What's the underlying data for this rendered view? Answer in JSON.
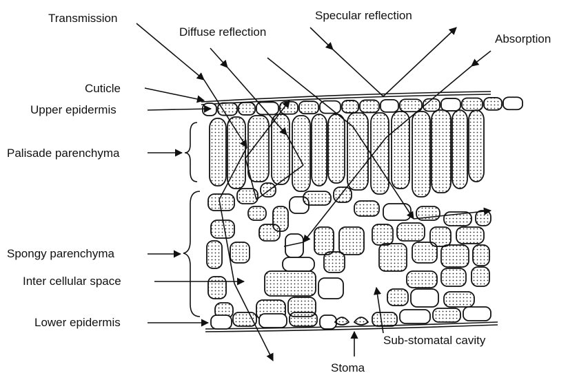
{
  "labels": {
    "transmission": "Transmission",
    "diffuse_reflection": "Diffuse reflection",
    "specular_reflection": "Specular reflection",
    "absorption": "Absorption",
    "cuticle": "Cuticle",
    "upper_epidermis": "Upper epidermis",
    "palisade_parenchyma": "Palisade parenchyma",
    "spongy_parenchyma": "Spongy parenchyma",
    "inter_cellular_space": "Inter cellular space",
    "lower_epidermis": "Lower epidermis",
    "sub_stomatal_cavity": "Sub-stomatal cavity",
    "stoma": "Stoma"
  }
}
